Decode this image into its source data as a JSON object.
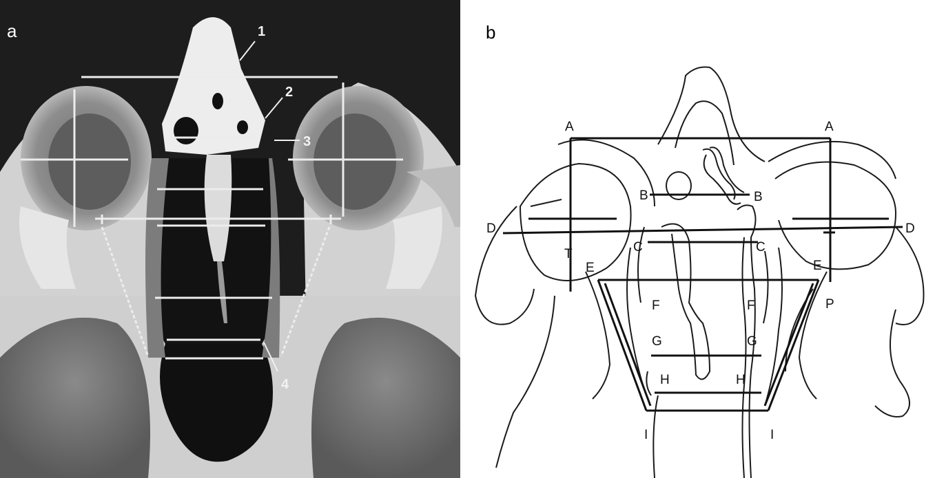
{
  "panel_a": {
    "letter": "a",
    "callouts": [
      "1",
      "2",
      "3",
      "4"
    ]
  },
  "panel_b": {
    "letter": "b",
    "labels": {
      "A": "A",
      "B": "B",
      "C": "C",
      "D": "D",
      "E": "E",
      "F": "F",
      "G": "G",
      "H": "H",
      "I": "I",
      "T": "T",
      "P": "P"
    }
  }
}
